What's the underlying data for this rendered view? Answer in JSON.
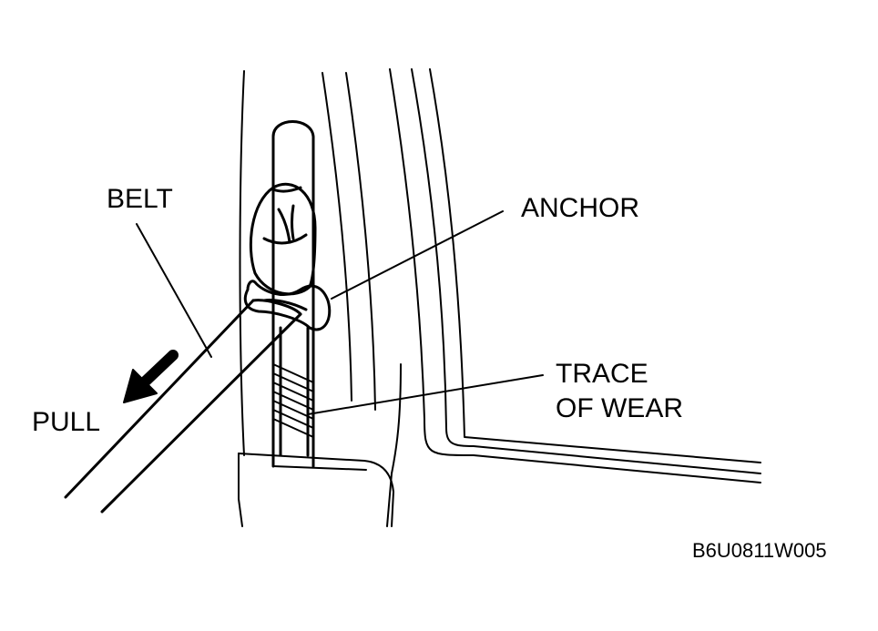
{
  "labels": {
    "belt": "BELT",
    "anchor": "ANCHOR",
    "trace_line1": "TRACE",
    "trace_line2": "OF WEAR",
    "pull": "PULL"
  },
  "figure_code": "B6U0811W005",
  "colors": {
    "ink": "#000000",
    "paper": "#ffffff"
  }
}
